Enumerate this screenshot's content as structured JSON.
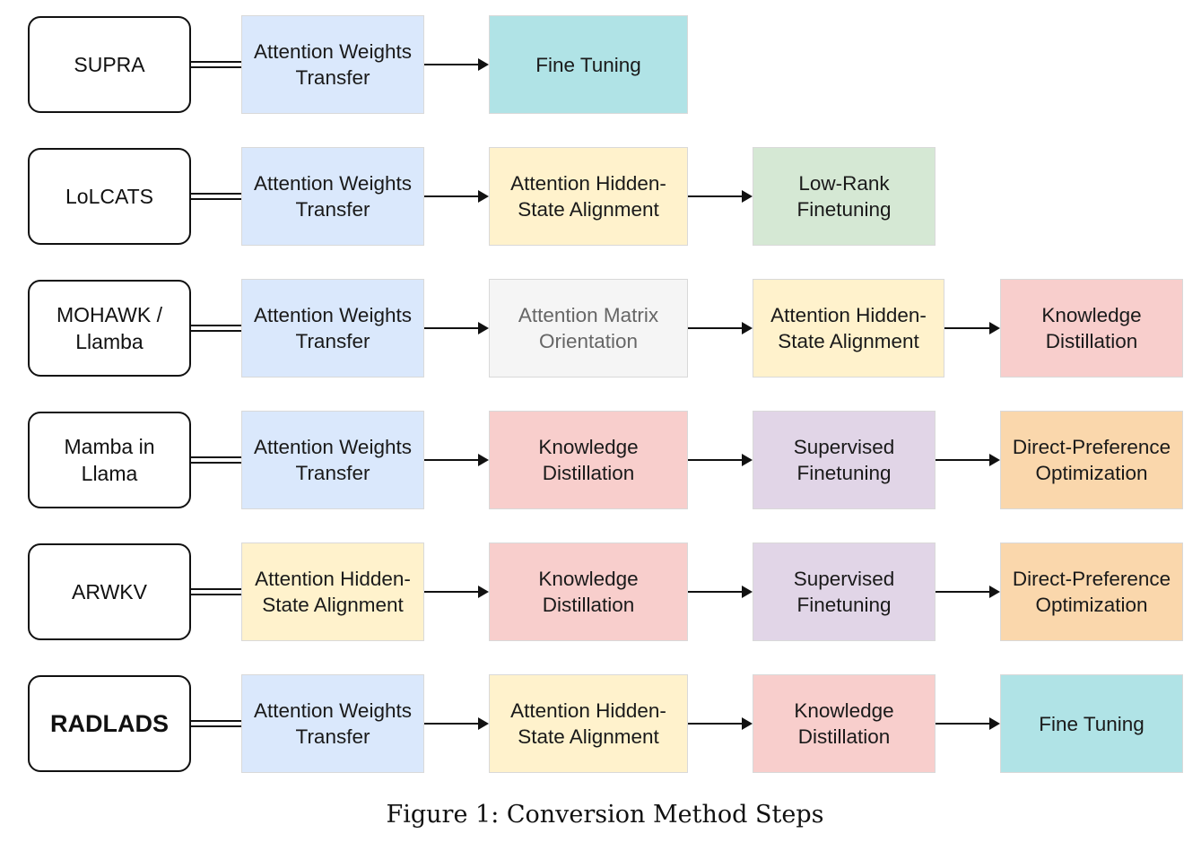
{
  "caption": "Figure 1: Conversion Method Steps",
  "colors": {
    "blue": "#dae8fc",
    "teal": "#b0e3e6",
    "yellow": "#fff2cc",
    "green": "#d5e8d4",
    "gray": "#f5f5f5",
    "red": "#f8cecc",
    "purple": "#e1d5e7",
    "orange": "#fad7ac"
  },
  "rows": [
    {
      "method": "SUPRA",
      "bold": false,
      "steps": [
        {
          "label": "Attention Weights Transfer",
          "color": "blue"
        },
        {
          "label": "Fine Tuning",
          "color": "teal"
        }
      ]
    },
    {
      "method": "LoLCATS",
      "bold": false,
      "steps": [
        {
          "label": "Attention Weights Transfer",
          "color": "blue"
        },
        {
          "label": "Attention Hidden-State Alignment",
          "color": "yellow"
        },
        {
          "label": "Low-Rank Finetuning",
          "color": "green"
        }
      ]
    },
    {
      "method": "MOHAWK / Llamba",
      "bold": false,
      "steps": [
        {
          "label": "Attention Weights Transfer",
          "color": "blue"
        },
        {
          "label": "Attention Matrix Orientation",
          "color": "gray",
          "muted": true
        },
        {
          "label": "Attention Hidden-State Alignment",
          "color": "yellow"
        },
        {
          "label": "Knowledge Distillation",
          "color": "red"
        }
      ]
    },
    {
      "method": "Mamba in Llama",
      "bold": false,
      "steps": [
        {
          "label": "Attention Weights Transfer",
          "color": "blue"
        },
        {
          "label": "Knowledge Distillation",
          "color": "red"
        },
        {
          "label": "Supervised Finetuning",
          "color": "purple"
        },
        {
          "label": "Direct-Preference Optimization",
          "color": "orange"
        }
      ]
    },
    {
      "method": "ARWKV",
      "bold": false,
      "steps": [
        {
          "label": "Attention Hidden-State Alignment",
          "color": "yellow"
        },
        {
          "label": "Knowledge Distillation",
          "color": "red"
        },
        {
          "label": "Supervised Finetuning",
          "color": "purple"
        },
        {
          "label": "Direct-Preference Optimization",
          "color": "orange"
        }
      ]
    },
    {
      "method": "RADLADS",
      "bold": true,
      "steps": [
        {
          "label": "Attention Weights Transfer",
          "color": "blue"
        },
        {
          "label": "Attention Hidden-State Alignment",
          "color": "yellow"
        },
        {
          "label": "Knowledge Distillation",
          "color": "red"
        },
        {
          "label": "Fine Tuning",
          "color": "teal"
        }
      ]
    }
  ]
}
